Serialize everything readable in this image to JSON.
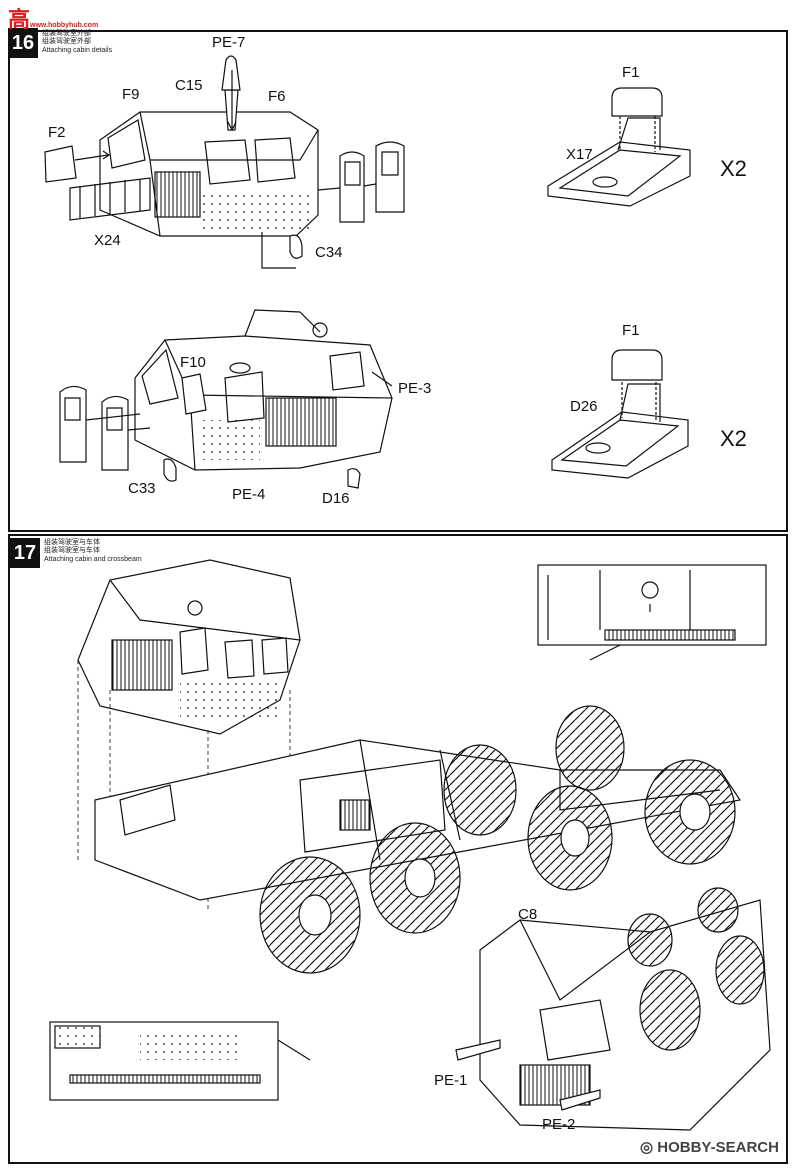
{
  "watermark_top": {
    "text": "高",
    "sub": "www.hobbyhub.com"
  },
  "watermark_bottom": {
    "text": "HOBBY-SEARCH",
    "mark": "◎"
  },
  "step16": {
    "number": "16",
    "title_cn_1": "组装驾驶室外部",
    "title_cn_2": "组装驾驶室外部",
    "title_en": "Attaching cabin details",
    "labels": {
      "pe7": "PE-7",
      "c15": "C15",
      "f9": "F9",
      "f6": "F6",
      "f2": "F2",
      "x24": "X24",
      "c34": "C34",
      "f1a": "F1",
      "x17": "X17",
      "x2a": "X2",
      "f10": "F10",
      "pe3": "PE-3",
      "c33": "C33",
      "pe4": "PE-4",
      "d16": "D16",
      "f1b": "F1",
      "d26": "D26",
      "x2b": "X2"
    }
  },
  "step17": {
    "number": "17",
    "title_cn_1": "组装驾驶室与车体",
    "title_cn_2": "组装驾驶室与车体",
    "title_en": "Attaching cabin and crossbeam",
    "labels": {
      "c8": "C8",
      "pe1": "PE-1",
      "pe2": "PE-2"
    }
  },
  "colors": {
    "line": "#111111",
    "shade": "#555555",
    "background": "#ffffff",
    "watermark": "#d62020"
  }
}
